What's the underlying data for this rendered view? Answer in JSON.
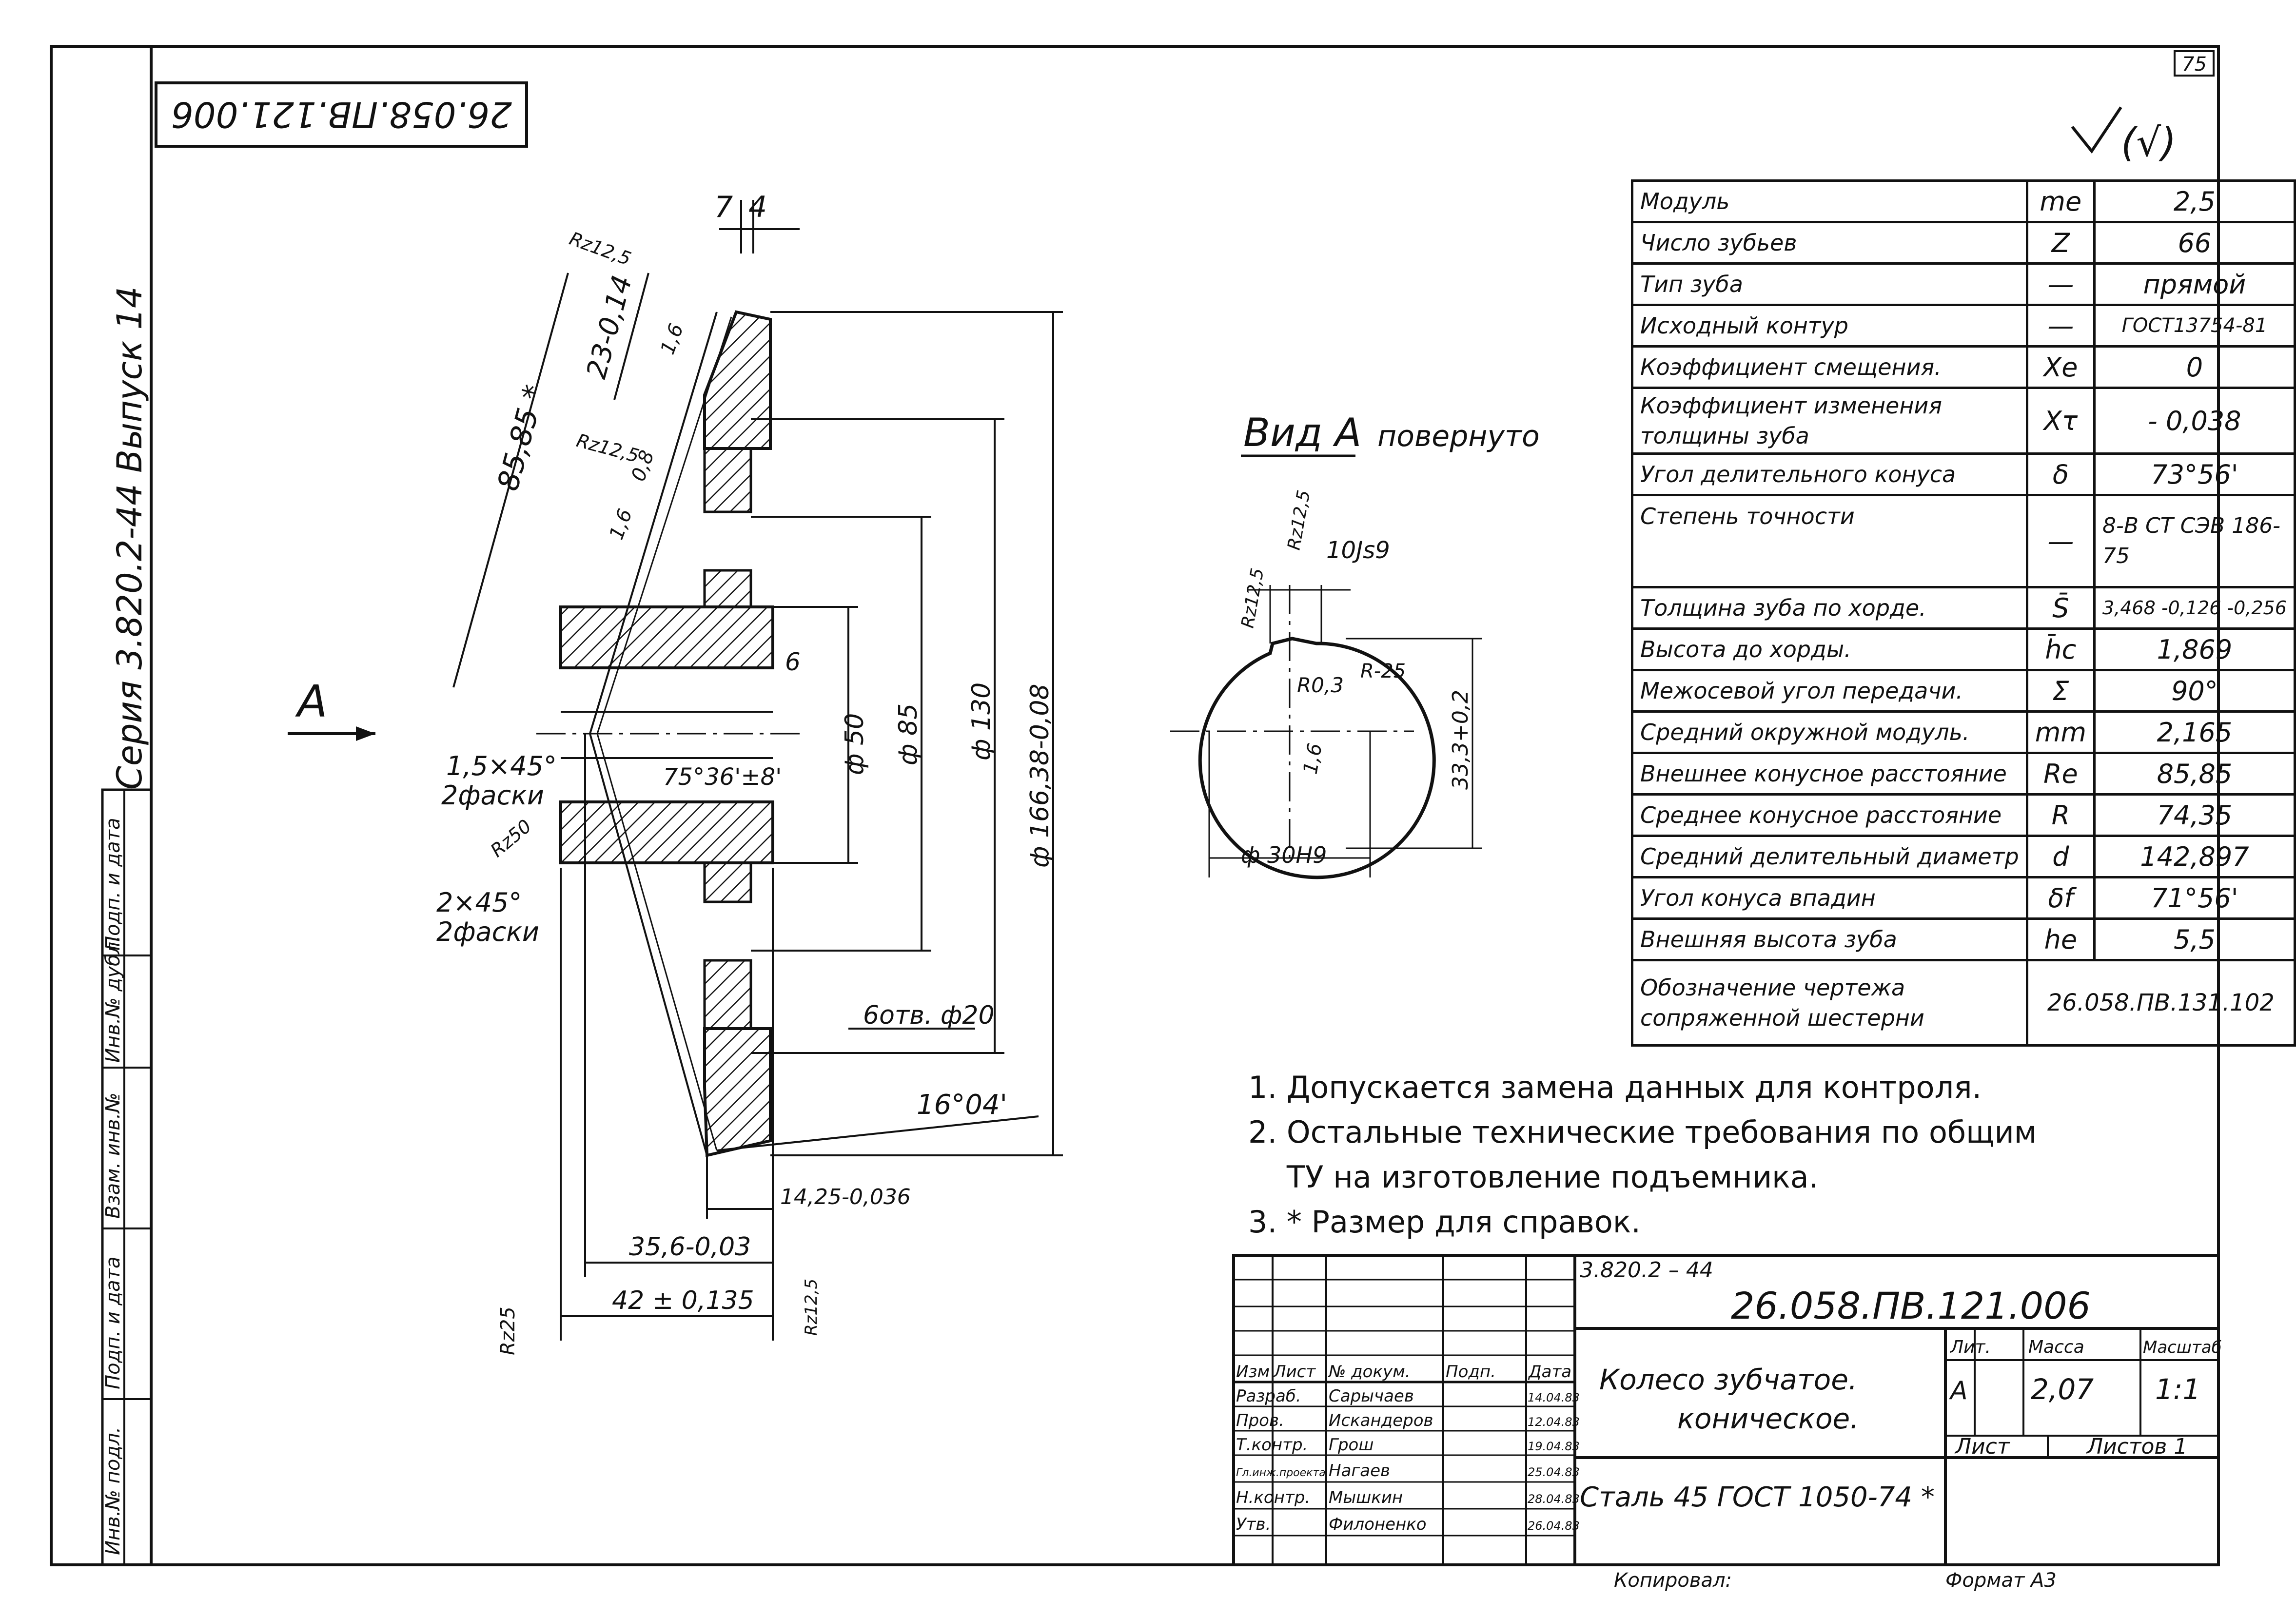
{
  "sheet_number": "75",
  "rotated_code": "26.058.ПВ.121.006",
  "series_label": "Серия   3.820.2-44   Выпуск 14",
  "roughness_mark": "(√)",
  "view_a": {
    "title": "Вид А",
    "subtitle": "повернуто"
  },
  "section_arrow_label": "А",
  "dims_left": {
    "d7": "7",
    "d4": "4",
    "r125_top": "Rz12,5",
    "d23": "23-0,14",
    "d8585": "85,85 *",
    "r125_mid": "Rz12,5",
    "r16_1": "1,6",
    "r08": "0,8",
    "r16_2": "1,6",
    "d6": "6",
    "chamfer1": "1,5×45°",
    "chamfer1_sub": "2фаски",
    "rz50": "Rz50",
    "chamfer2": "2×45°",
    "chamfer2_sub": "2фаски",
    "angle": "75°36'±8'",
    "phi50": "ф 50",
    "phi85": "ф 85",
    "phi130": "ф 130",
    "phi166": "ф 166,38-0,08",
    "holes": "6отв. ф20",
    "angle2": "16°04'",
    "d1425": "14,25-0,036",
    "d356": "35,6-0,03",
    "d42": "42 ± 0,135",
    "rz25": "Rz25",
    "rz125_bot": "Rz12,5"
  },
  "dims_view": {
    "rz125a": "Rz12,5",
    "tol": "10Js9",
    "rz125b": "Rz12,5",
    "r03": "R0,3",
    "r025": "R-25",
    "d333": "33,3+0,2",
    "r16": "1,6",
    "phi30": "ф 30H9"
  },
  "param_table": [
    {
      "name": "Модуль",
      "sym": "me",
      "val": "2,5"
    },
    {
      "name": "Число зубьев",
      "sym": "Z",
      "val": "66"
    },
    {
      "name": "Тип зуба",
      "sym": "—",
      "val": "прямой"
    },
    {
      "name": "Исходный контур",
      "sym": "—",
      "val": "ГОСТ13754-81"
    },
    {
      "name": "Коэффициент смещения.",
      "sym": "Xe",
      "val": "0"
    },
    {
      "name": "Коэффициент изменения толщины зуба",
      "sym": "Xτ",
      "val": "- 0,038"
    },
    {
      "name": "Угол делительного конуса",
      "sym": "δ",
      "val": "73°56'"
    },
    {
      "name": "Степень точности",
      "sym": "—",
      "val": "8-В СТ СЭВ 186-75"
    },
    {
      "name": "Толщина зуба по хорде.",
      "sym": "S̄",
      "val": "3,468 -0,126 -0,256"
    },
    {
      "name": "Высота до хорды.",
      "sym": "h̄c",
      "val": "1,869"
    },
    {
      "name": "Межосевой угол передачи.",
      "sym": "Σ",
      "val": "90°"
    },
    {
      "name": "Средний окружной модуль.",
      "sym": "mm",
      "val": "2,165"
    },
    {
      "name": "Внешнее конусное расстояние",
      "sym": "Re",
      "val": "85,85"
    },
    {
      "name": "Среднее конусное расстояние",
      "sym": "R",
      "val": "74,35"
    },
    {
      "name": "Средний делительный диаметр",
      "sym": "d",
      "val": "142,897"
    },
    {
      "name": "Угол конуса впадин",
      "sym": "δf",
      "val": "71°56'"
    },
    {
      "name": "Внешняя высота зуба",
      "sym": "he",
      "val": "5,5"
    },
    {
      "name": "Обозначение чертежа сопряженной шестерни",
      "sym": "",
      "val": "26.058.ПВ.131.102"
    }
  ],
  "notes": [
    "1. Допускается замена данных для контроля.",
    "2. Остальные технические требования по общим",
    "    ТУ на изготовление подъемника.",
    "3. * Размер для справок."
  ],
  "side_strip": [
    "Инв.№ подл.",
    "Подп. и дата",
    "Взам. инв.№",
    "Инв.№ дубл.",
    "Подп. и дата"
  ],
  "title_block": {
    "series": "3.820.2 – 44",
    "code": "26.058.ПВ.121.006",
    "name_line1": "Колесо зубчатое.",
    "name_line2": "коническое.",
    "material": "Сталь 45 ГОСТ 1050-74 *",
    "lit_label": "Лит.",
    "mass_label": "Масса",
    "scale_label": "Масштаб",
    "lit_value": "А",
    "mass_value": "2,07",
    "scale_value": "1:1",
    "sheet_label": "Лист",
    "sheets_label": "Листов 1",
    "copied": "Копировал:",
    "format": "Формат А3",
    "header": [
      "Изм",
      "Лист",
      "№ докум.",
      "Подп.",
      "Дата"
    ],
    "rows": [
      {
        "role": "Разраб.",
        "name": "Сарычаев",
        "date": "14.04.83"
      },
      {
        "role": "Пров.",
        "name": "Искандеров",
        "date": "12.04.83"
      },
      {
        "role": "Т.контр.",
        "name": "Грош",
        "date": "19.04.83"
      },
      {
        "role": "Гл.инж.проекта",
        "name": "Нагаев",
        "date": "25.04.83"
      },
      {
        "role": "Н.контр.",
        "name": "Мышкин",
        "date": "28.04.83"
      },
      {
        "role": "Утв.",
        "name": "Филоненко",
        "date": "26.04.83"
      }
    ]
  }
}
